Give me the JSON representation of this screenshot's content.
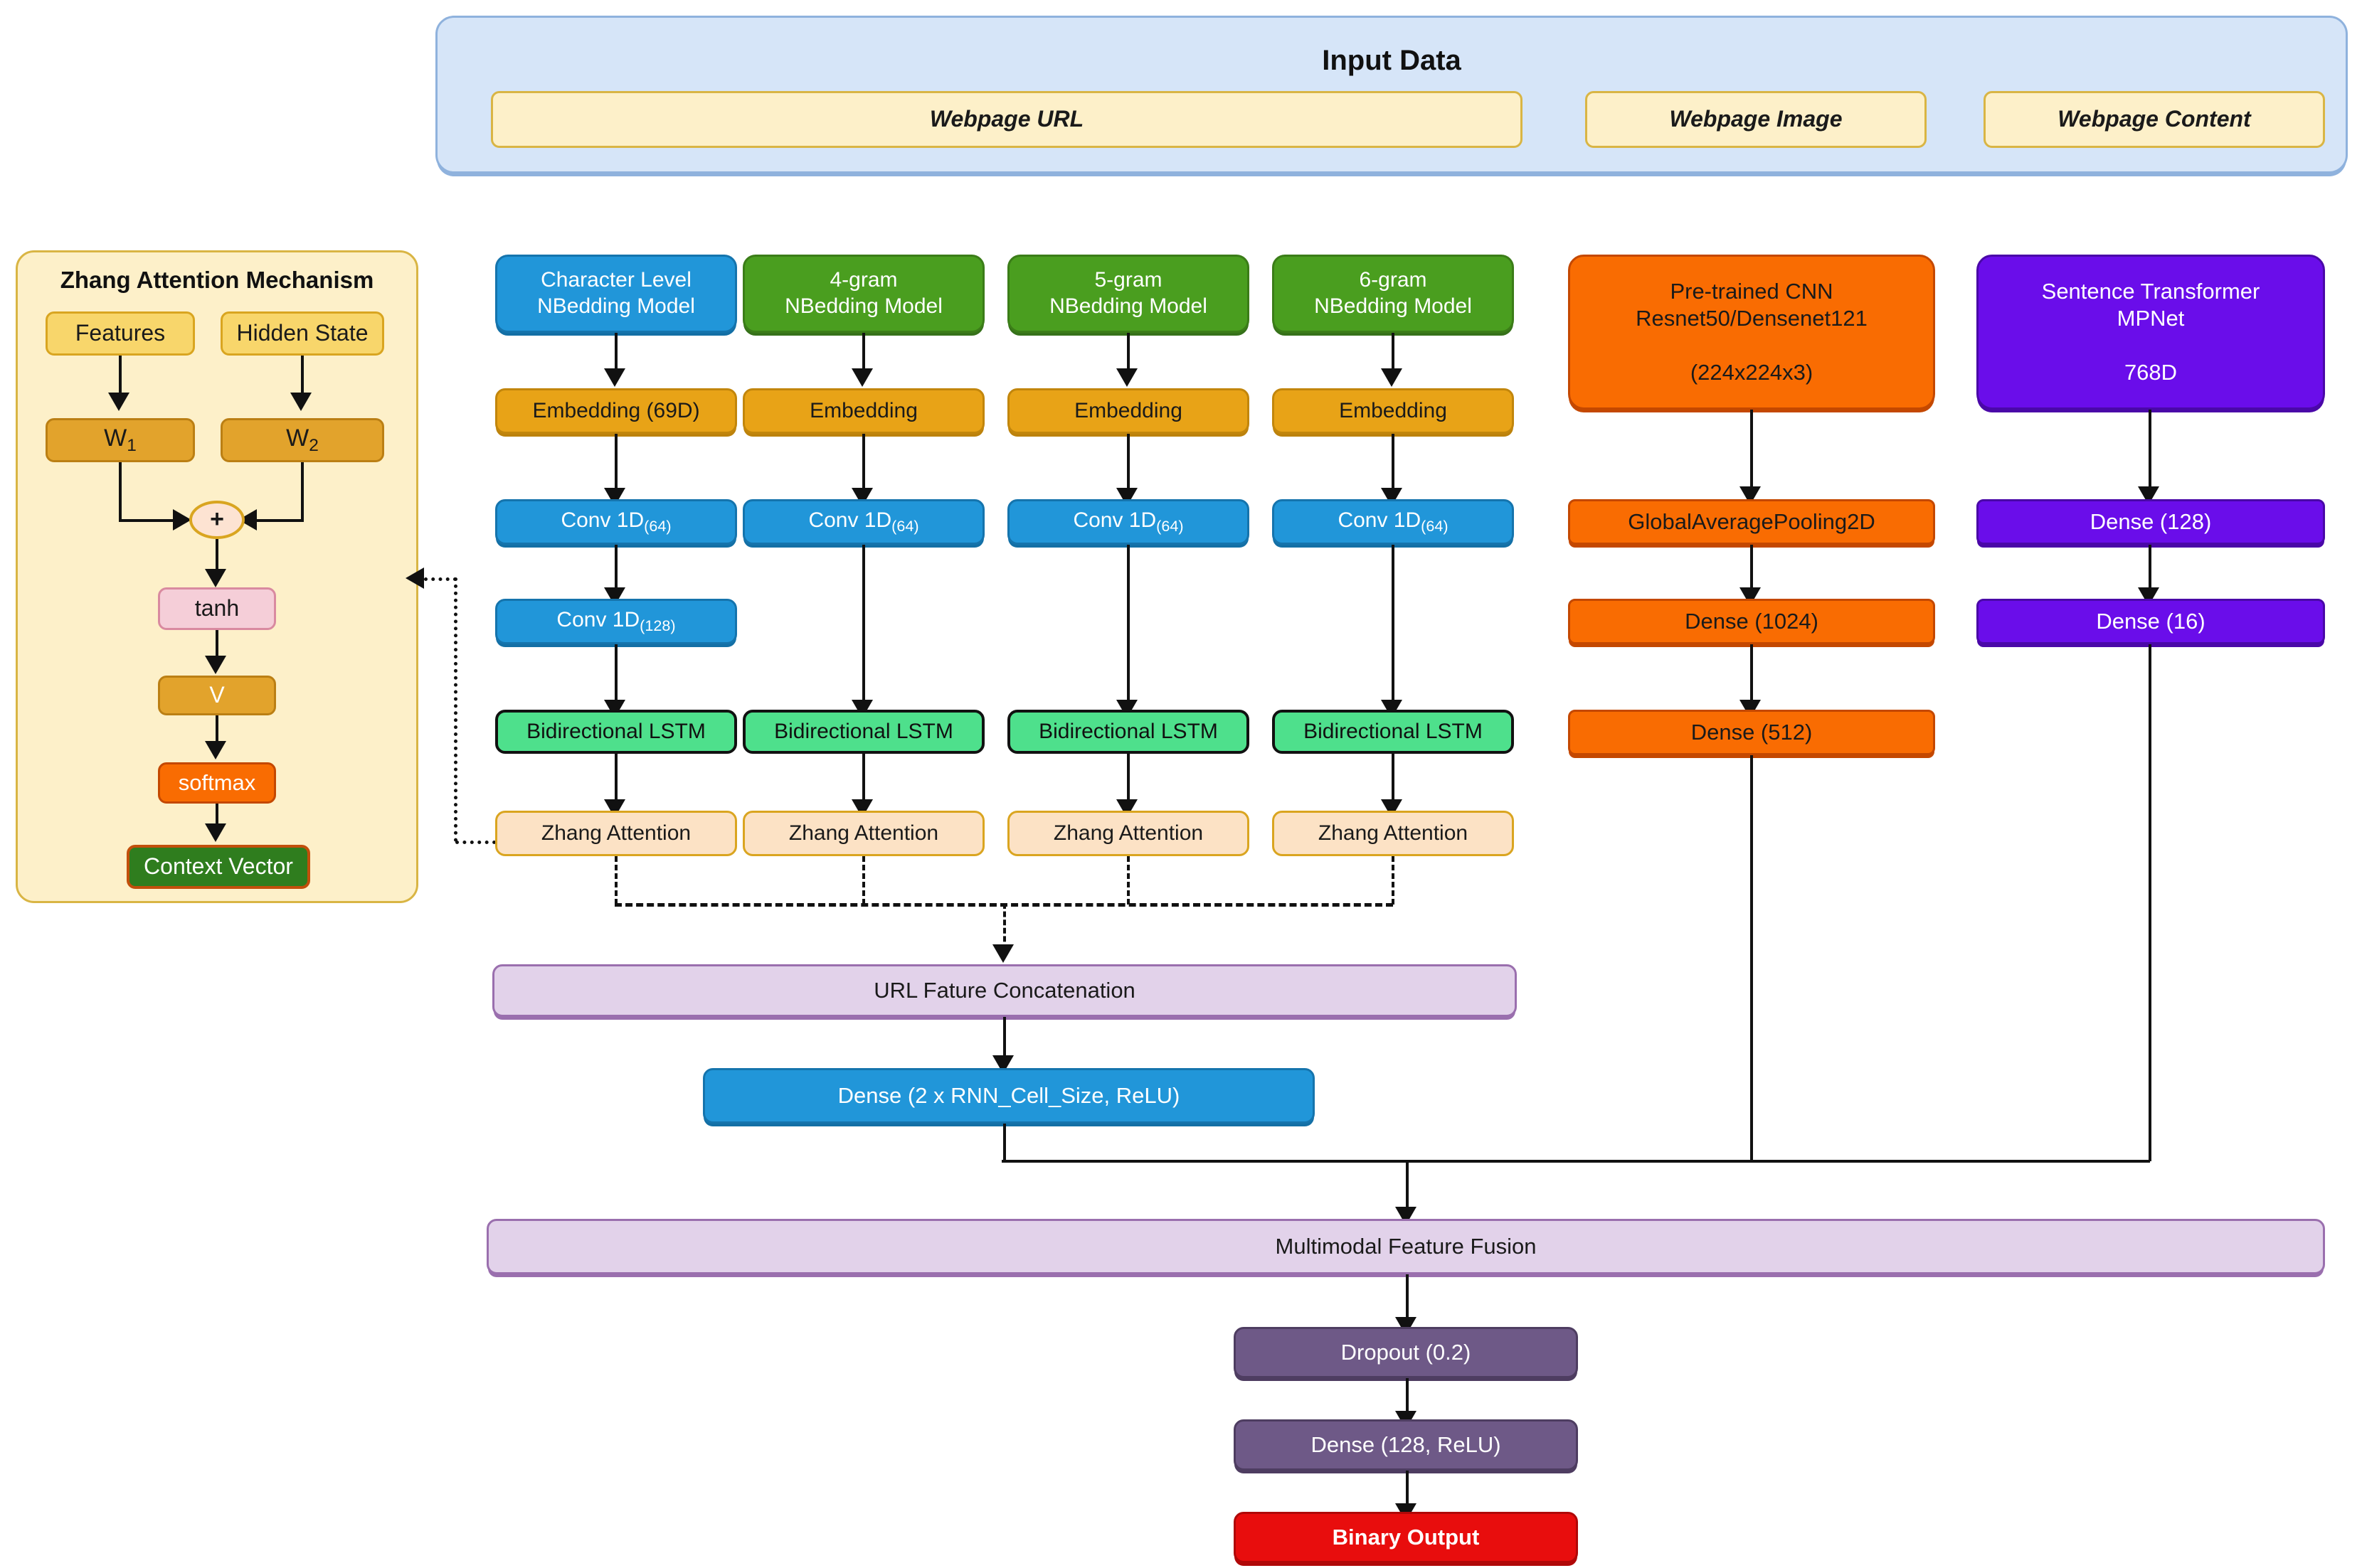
{
  "diagram": {
    "title_hidden": "Multimodal Phishing Detection Architecture"
  },
  "input_panel": {
    "title": "Input Data",
    "sources": [
      {
        "label": "Webpage URL"
      },
      {
        "label": "Webpage Image"
      },
      {
        "label": "Webpage Content"
      }
    ]
  },
  "zhang_panel": {
    "title": "Zhang Attention Mechanism",
    "nodes": {
      "features": "Features",
      "hidden_state": "Hidden State",
      "w1_base": "W",
      "w1_sub": "1",
      "w2_base": "W",
      "w2_sub": "2",
      "plus": "+",
      "tanh": "tanh",
      "v": "V",
      "softmax": "softmax",
      "context_vector": "Context Vector"
    }
  },
  "url_branches": [
    {
      "head": "Character Level\nNBedding Model",
      "embedding": "Embedding (69D)",
      "conv1_base": "Conv 1D",
      "conv1_sub": "(64)",
      "conv2_base": "Conv 1D",
      "conv2_sub": "(128)",
      "lstm": "Bidirectional LSTM",
      "attention": "Zhang Attention"
    },
    {
      "head": "4-gram\nNBedding Model",
      "embedding": "Embedding",
      "conv1_base": "Conv 1D",
      "conv1_sub": "(64)",
      "conv2_base": null,
      "conv2_sub": null,
      "lstm": "Bidirectional LSTM",
      "attention": "Zhang Attention"
    },
    {
      "head": "5-gram\nNBedding Model",
      "embedding": "Embedding",
      "conv1_base": "Conv 1D",
      "conv1_sub": "(64)",
      "conv2_base": null,
      "conv2_sub": null,
      "lstm": "Bidirectional LSTM",
      "attention": "Zhang Attention"
    },
    {
      "head": "6-gram\nNBedding Model",
      "embedding": "Embedding",
      "conv1_base": "Conv 1D",
      "conv1_sub": "(64)",
      "conv2_base": null,
      "conv2_sub": null,
      "lstm": "Bidirectional LSTM",
      "attention": "Zhang Attention"
    }
  ],
  "image_branch": {
    "head": "Pre-trained CNN\nResnet50/Densenet121\n\n(224x224x3)",
    "pooling": "GlobalAveragePooling2D",
    "dense1": "Dense (1024)",
    "dense2": "Dense (512)"
  },
  "content_branch": {
    "head": "Sentence Transformer\nMPNet\n\n768D",
    "dense1": "Dense (128)",
    "dense2": "Dense (16)"
  },
  "fusion": {
    "url_concat": "URL Fature Concatenation",
    "url_dense": "Dense (2 x RNN_Cell_Size, ReLU)",
    "multimodal": "Multimodal Feature Fusion",
    "dropout": "Dropout (0.2)",
    "dense": "Dense (128, ReLU)",
    "output": "Binary Output"
  },
  "colors": {
    "input_panel_bg": "#d6e5f8",
    "input_panel_border": "#8fb2dd",
    "source_bg": "#fdf0c9",
    "source_border": "#d9b544",
    "blue": "#2196d9",
    "green": "#4a9e1f",
    "amber": "#e8a317",
    "mint": "#4ee08c",
    "peach": "#fce2c5",
    "orange": "#f96c02",
    "violet": "#6a0dea",
    "lilac": "#e2d2ea",
    "plum": "#6e5987",
    "red": "#e80d0d",
    "forest_green": "#2f7d1e",
    "pink": "#f5ced8"
  }
}
